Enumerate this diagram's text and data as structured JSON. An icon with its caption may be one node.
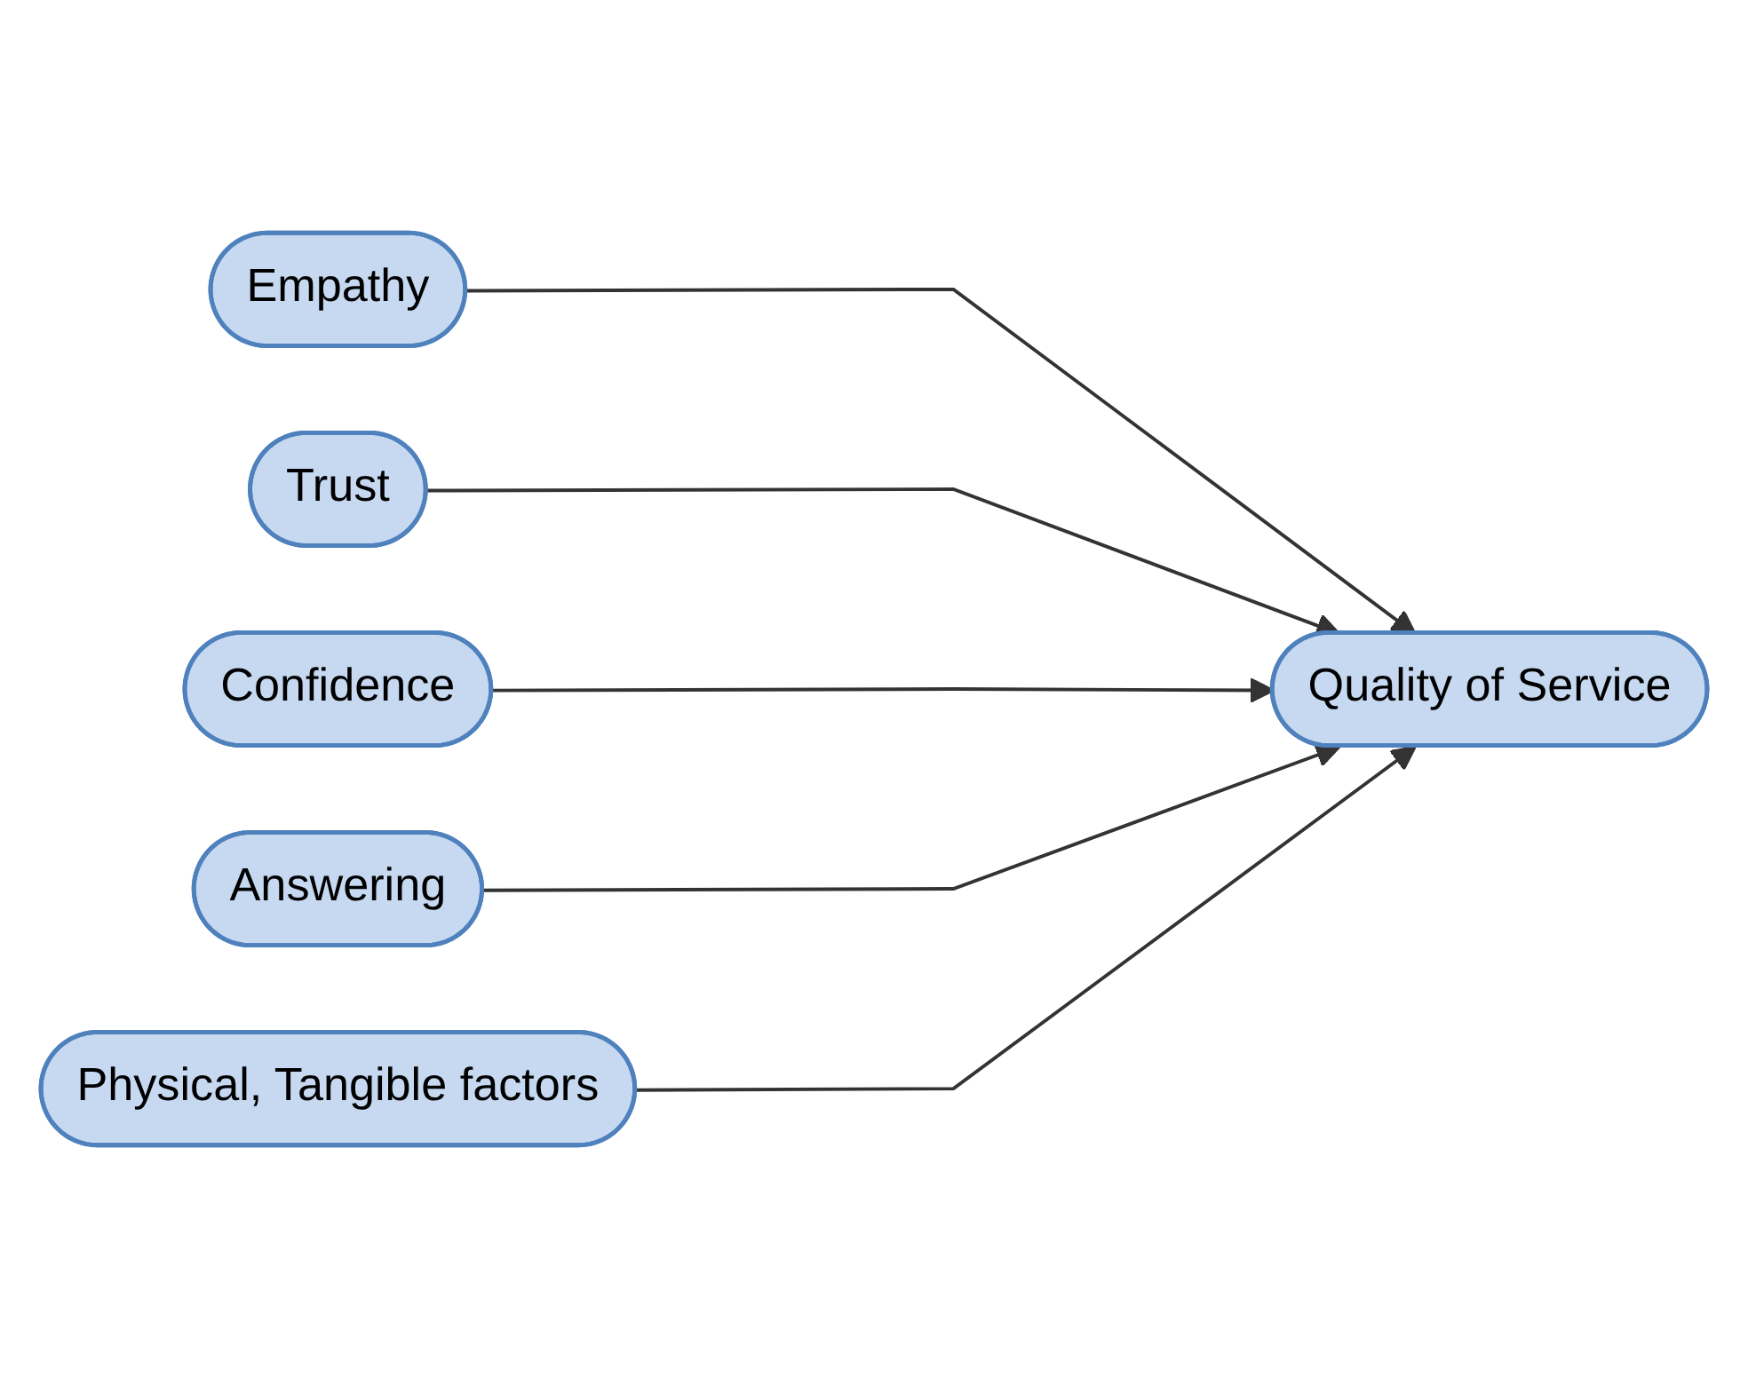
{
  "diagram": {
    "nodes": [
      {
        "text": [
          "Empathy"
        ]
      },
      {
        "text": [
          "Trust"
        ]
      },
      {
        "text": [
          "Confidence"
        ]
      },
      {
        "text": [
          "Answering"
        ]
      },
      {
        "text": [
          "Physical, Tangible factors"
        ]
      },
      {
        "text": [
          "Quality of Service"
        ]
      }
    ],
    "edges": [
      {
        "from": 0,
        "to": 5,
        "arrow": "to"
      },
      {
        "from": 1,
        "to": 5,
        "arrow": "to"
      },
      {
        "from": 2,
        "to": 5,
        "arrow": "to"
      },
      {
        "from": 3,
        "to": 5,
        "arrow": "to"
      },
      {
        "from": 4,
        "to": 5,
        "arrow": "to"
      }
    ]
  }
}
